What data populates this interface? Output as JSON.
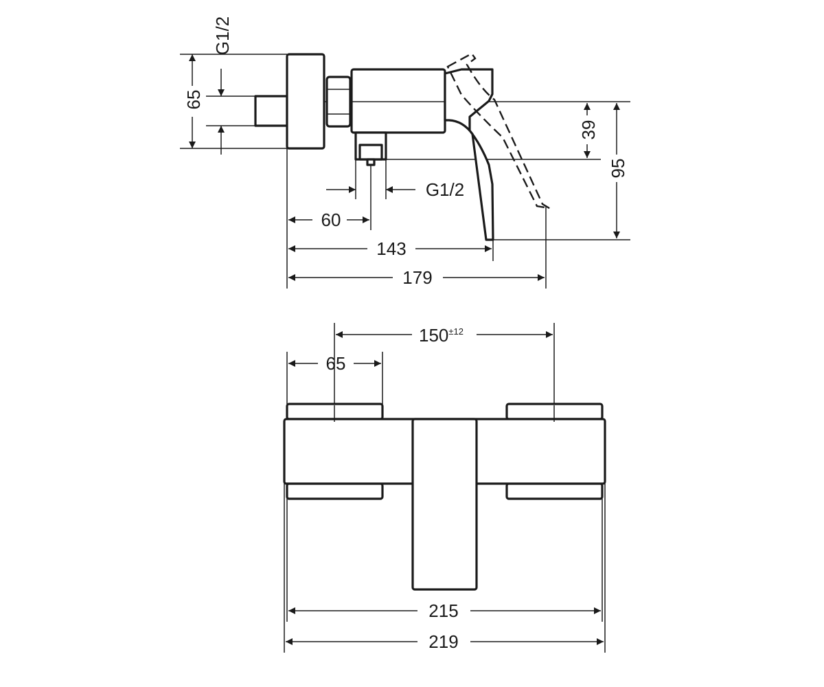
{
  "side_view": {
    "dim_g12_top": "G1/2",
    "dim_65": "65",
    "dim_39": "39",
    "dim_95": "95",
    "dim_g12_bottom": "G1/2",
    "dim_60": "60",
    "dim_143": "143",
    "dim_179": "179"
  },
  "front_view": {
    "dim_150": "150",
    "dim_150_tolerance": "±12",
    "dim_65": "65",
    "dim_215": "215",
    "dim_219": "219"
  }
}
